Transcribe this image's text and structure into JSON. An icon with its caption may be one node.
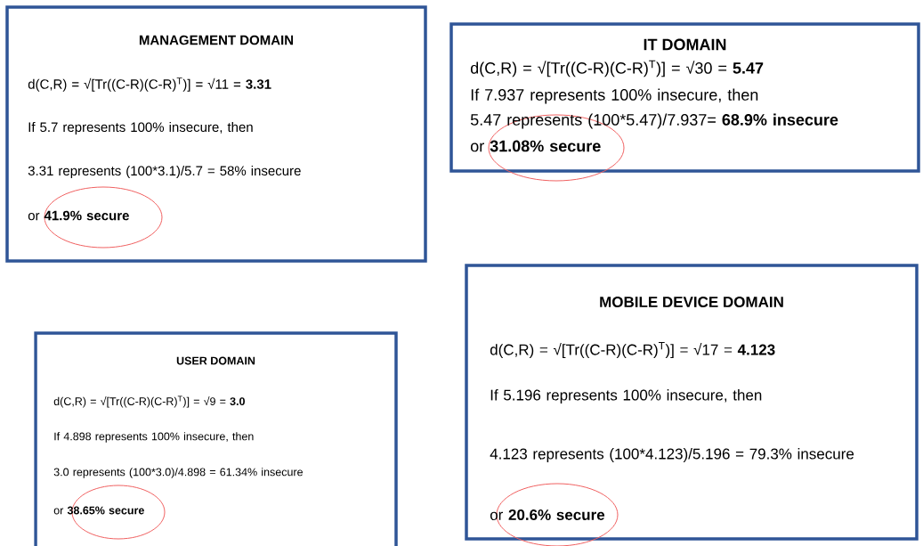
{
  "diagram": {
    "nodes": [
      {
        "text": [
          "MANAGEMENT DOMAIN",
          "d(C,R) = √[Tr((C-R)(C-R)$^{T}$)] = √11 = **3.31**",
          "If 5.7  represents 100% insecure, then",
          "3.31 represents (100*3.1)/5.7 = 58% insecure",
          "or **41.9% secure**"
        ]
      },
      {
        "text": [
          "IT DOMAIN",
          "d(C,R) = √[Tr((C-R)(C-R)$^{T}$)] = √30 = **5.47**",
          "If 7.937  represents 100% insecure, then",
          "5.47 represents (100*5.47)/7.937= **68.9% insecure**",
          "or **31.08% secure**"
        ]
      },
      {
        "text": [
          "USER DOMAIN",
          "d(C,R) = √[Tr((C-R)(C-R)$^{T}$)] = √9 = **3.0**",
          "If 4.898  represents 100% insecure, then",
          "3.0 represents (100*3.0)/4.898 = 61.34% insecure",
          "or **38.65% secure**"
        ]
      },
      {
        "text": [
          "MOBILE DEVICE DOMAIN",
          "d(C,R) = √[Tr((C-R)(C-R)$^{T}$)] = √17 = **4.123**",
          "If 5.196  represents 100% insecure, then",
          "4.123 represents (100*4.123)/5.196 = 79.3% insecure",
          "or **20.6% secure**"
        ]
      }
    ]
  }
}
